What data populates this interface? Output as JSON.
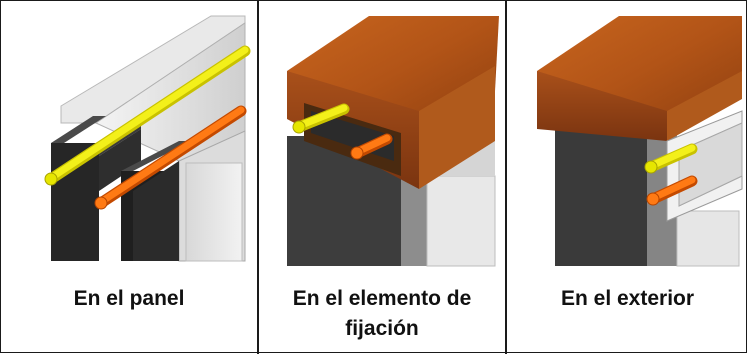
{
  "panels": [
    {
      "caption": "En el panel"
    },
    {
      "caption_line1": "En el elemento de",
      "caption_line2": "fijación"
    },
    {
      "caption": "En el exterior"
    }
  ]
}
